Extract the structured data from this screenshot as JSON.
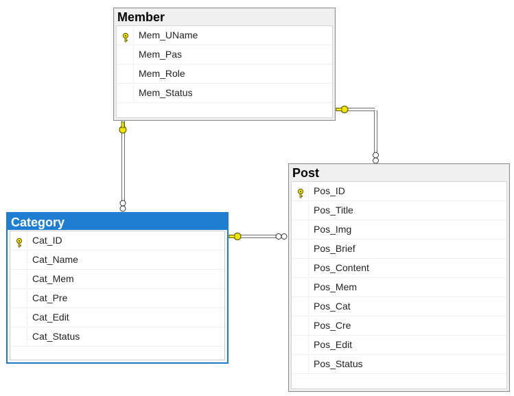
{
  "tables": {
    "member": {
      "title": "Member",
      "columns": [
        {
          "name": "Mem_UName",
          "key": true
        },
        {
          "name": "Mem_Pas",
          "key": false
        },
        {
          "name": "Mem_Role",
          "key": false
        },
        {
          "name": "Mem_Status",
          "key": false
        }
      ]
    },
    "post": {
      "title": "Post",
      "columns": [
        {
          "name": "Pos_ID",
          "key": true
        },
        {
          "name": "Pos_Title",
          "key": false
        },
        {
          "name": "Pos_Img",
          "key": false
        },
        {
          "name": "Pos_Brief",
          "key": false
        },
        {
          "name": "Pos_Content",
          "key": false
        },
        {
          "name": "Pos_Mem",
          "key": false
        },
        {
          "name": "Pos_Cat",
          "key": false
        },
        {
          "name": "Pos_Cre",
          "key": false
        },
        {
          "name": "Pos_Edit",
          "key": false
        },
        {
          "name": "Pos_Status",
          "key": false
        }
      ]
    },
    "category": {
      "title": "Category",
      "selected": true,
      "columns": [
        {
          "name": "Cat_ID",
          "key": true
        },
        {
          "name": "Cat_Name",
          "key": false
        },
        {
          "name": "Cat_Mem",
          "key": false
        },
        {
          "name": "Cat_Pre",
          "key": false
        },
        {
          "name": "Cat_Edit",
          "key": false
        },
        {
          "name": "Cat_Status",
          "key": false
        }
      ]
    }
  },
  "relationships": [
    {
      "name": "member-category",
      "one": "Member",
      "many": "Category"
    },
    {
      "name": "member-post",
      "one": "Member",
      "many": "Post"
    },
    {
      "name": "category-post",
      "one": "Category",
      "many": "Post"
    }
  ],
  "colors": {
    "selection": "#1e7fd2",
    "key": "#f2e600",
    "line": "#6e6e6e"
  }
}
